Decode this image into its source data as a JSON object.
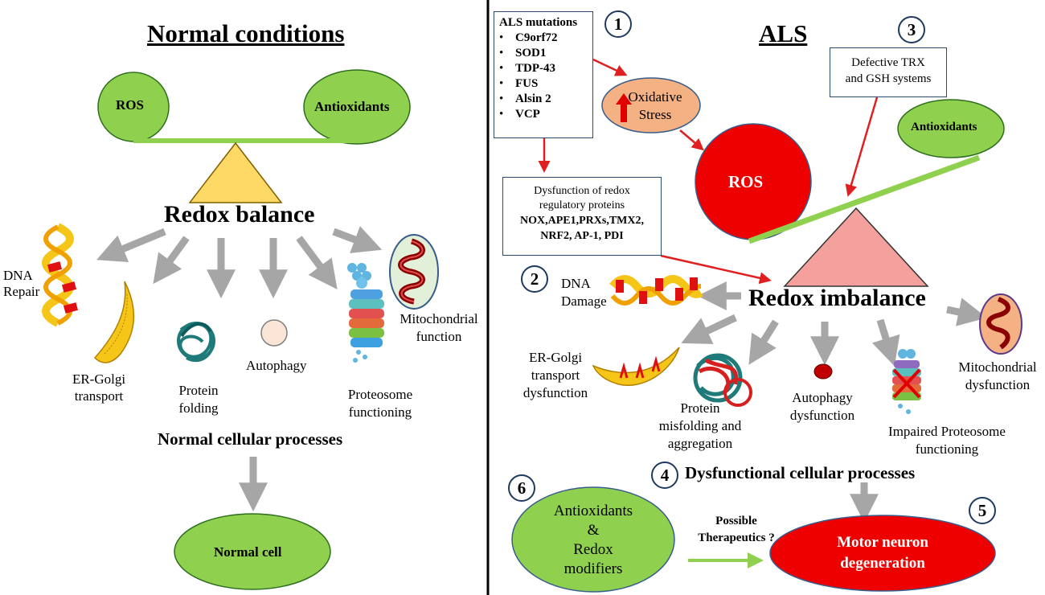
{
  "left": {
    "title": "Normal conditions",
    "ros_label": "ROS",
    "antioxidants_label": "Antioxidants",
    "redox_label": "Redox balance",
    "dna_label": "DNA\nRepair",
    "er_label": "ER-Golgi\ntransport",
    "protein_label": "Protein\nfolding",
    "autophagy_label": "Autophagy",
    "proteosome_label": "Proteosome\nfunctioning",
    "mito_label": "Mitochondrial\nfunction",
    "processes_label": "Normal cellular processes",
    "cell_label": "Normal cell"
  },
  "right": {
    "title": "ALS",
    "mutations_heading": "ALS mutations",
    "mutations": [
      "C9orf72",
      "SOD1",
      "TDP-43",
      "FUS",
      "Alsin 2",
      "VCP"
    ],
    "num1": "1",
    "num2": "2",
    "num3": "3",
    "num4": "4",
    "num5": "5",
    "num6": "6",
    "oxidative_label": "Oxidative\nStress",
    "ros_label": "ROS",
    "defective_label": "Defective TRX\nand GSH systems",
    "antioxidants_label": "Antioxidants",
    "dysfunction_line1": "Dysfunction of redox\nregulatory proteins",
    "dysfunction_line2": "NOX,APE1,PRXs,TMX2,\nNRF2, AP-1, PDI",
    "dna_label": "DNA\nDamage",
    "redox_label": "Redox imbalance",
    "er_label": "ER-Golgi\ntransport\ndysfunction",
    "protein_label": "Protein\nmisfolding and\naggregation",
    "autophagy_label": "Autophagy\ndysfunction",
    "proteosome_label": "Impaired Proteosome\nfunctioning",
    "mito_label": "Mitochondrial\ndysfunction",
    "processes_label": "Dysfunctional cellular processes",
    "antiox_modifiers_label": "Antioxidants\n&\nRedox\nmodifiers",
    "therapeutics_label": "Possible\nTherapeutics ?",
    "mnd_label": "Motor neuron\ndegeneration"
  },
  "colors": {
    "green": "#8fd14f",
    "red": "#ee0000",
    "salmon": "#f4b183",
    "pink_triangle": "#f4a09c",
    "yellow_triangle": "#ffd966",
    "grey_arrow": "#a6a6a6"
  }
}
